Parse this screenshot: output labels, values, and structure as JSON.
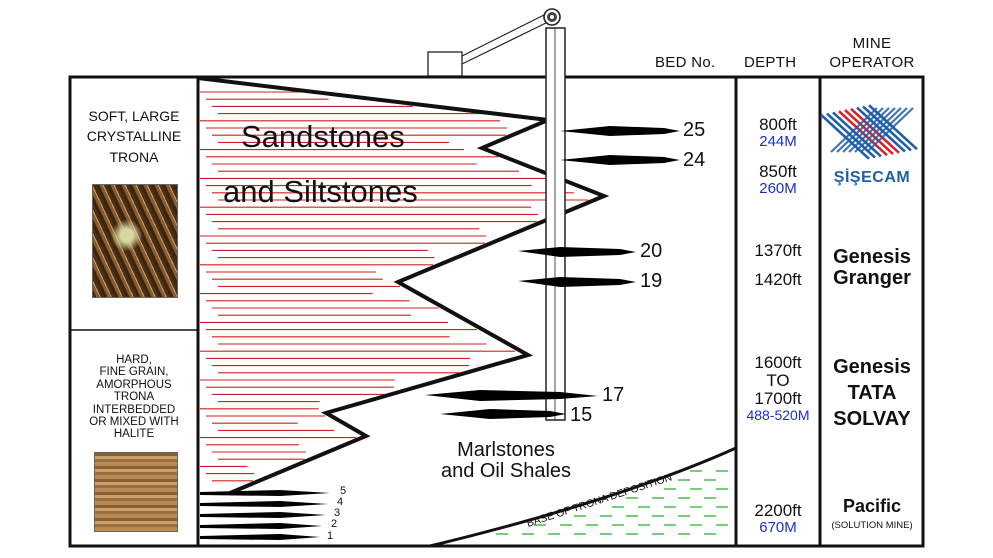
{
  "headers": {
    "bed_no": "BED No.",
    "depth": "DEPTH",
    "mine_operator_line1": "MINE",
    "mine_operator_line2": "OPERATOR"
  },
  "left_panel": {
    "upper_label": [
      "SOFT, LARGE",
      "CRYSTALLINE",
      "TRONA"
    ],
    "lower_label": [
      "HARD,",
      "FINE GRAIN,",
      "AMORPHOUS",
      "TRONA",
      "INTERBEDDED",
      "OR MIXED WITH",
      "HALITE"
    ]
  },
  "formations": {
    "upper_line1": "Sandstones",
    "upper_line2": "and Siltstones",
    "lower_line1": "Marlstones",
    "lower_line2": "and Oil Shales",
    "base_label": "BASE OF TRONA DEPOSITION"
  },
  "beds": [
    {
      "label": "25"
    },
    {
      "label": "24"
    },
    {
      "label": "20"
    },
    {
      "label": "19"
    },
    {
      "label": "17"
    },
    {
      "label": "15"
    },
    {
      "label": "5"
    },
    {
      "label": "4"
    },
    {
      "label": "3"
    },
    {
      "label": "2"
    },
    {
      "label": "1"
    }
  ],
  "depths": [
    {
      "ft": "800ft",
      "m": "244M"
    },
    {
      "ft": "850ft",
      "m": "260M"
    },
    {
      "ft": "1370ft"
    },
    {
      "ft": "1420ft"
    },
    {
      "ft_lines": [
        "1600ft",
        "TO",
        "1700ft"
      ],
      "m": "488-520M"
    },
    {
      "ft": "2200ft",
      "m": "670M"
    }
  ],
  "operators": {
    "sisecam": "ŞİŞECAM",
    "genesis_granger": [
      "Genesis",
      "Granger"
    ],
    "genesis_tata_solvay": [
      "Genesis",
      "TATA",
      "SOLVAY"
    ],
    "pacific": "Pacific",
    "pacific_note": "(SOLUTION MINE)"
  },
  "colors": {
    "strata_lines": "#d32020",
    "metric_text": "#1a2fd0",
    "shale_dashes": "#2db52d",
    "logo_blue": "#1f5fa8",
    "logo_red": "#d8232a"
  },
  "icons": {
    "hoist": "hoist-wheel-icon",
    "logo": "sisecam-logo-icon"
  }
}
